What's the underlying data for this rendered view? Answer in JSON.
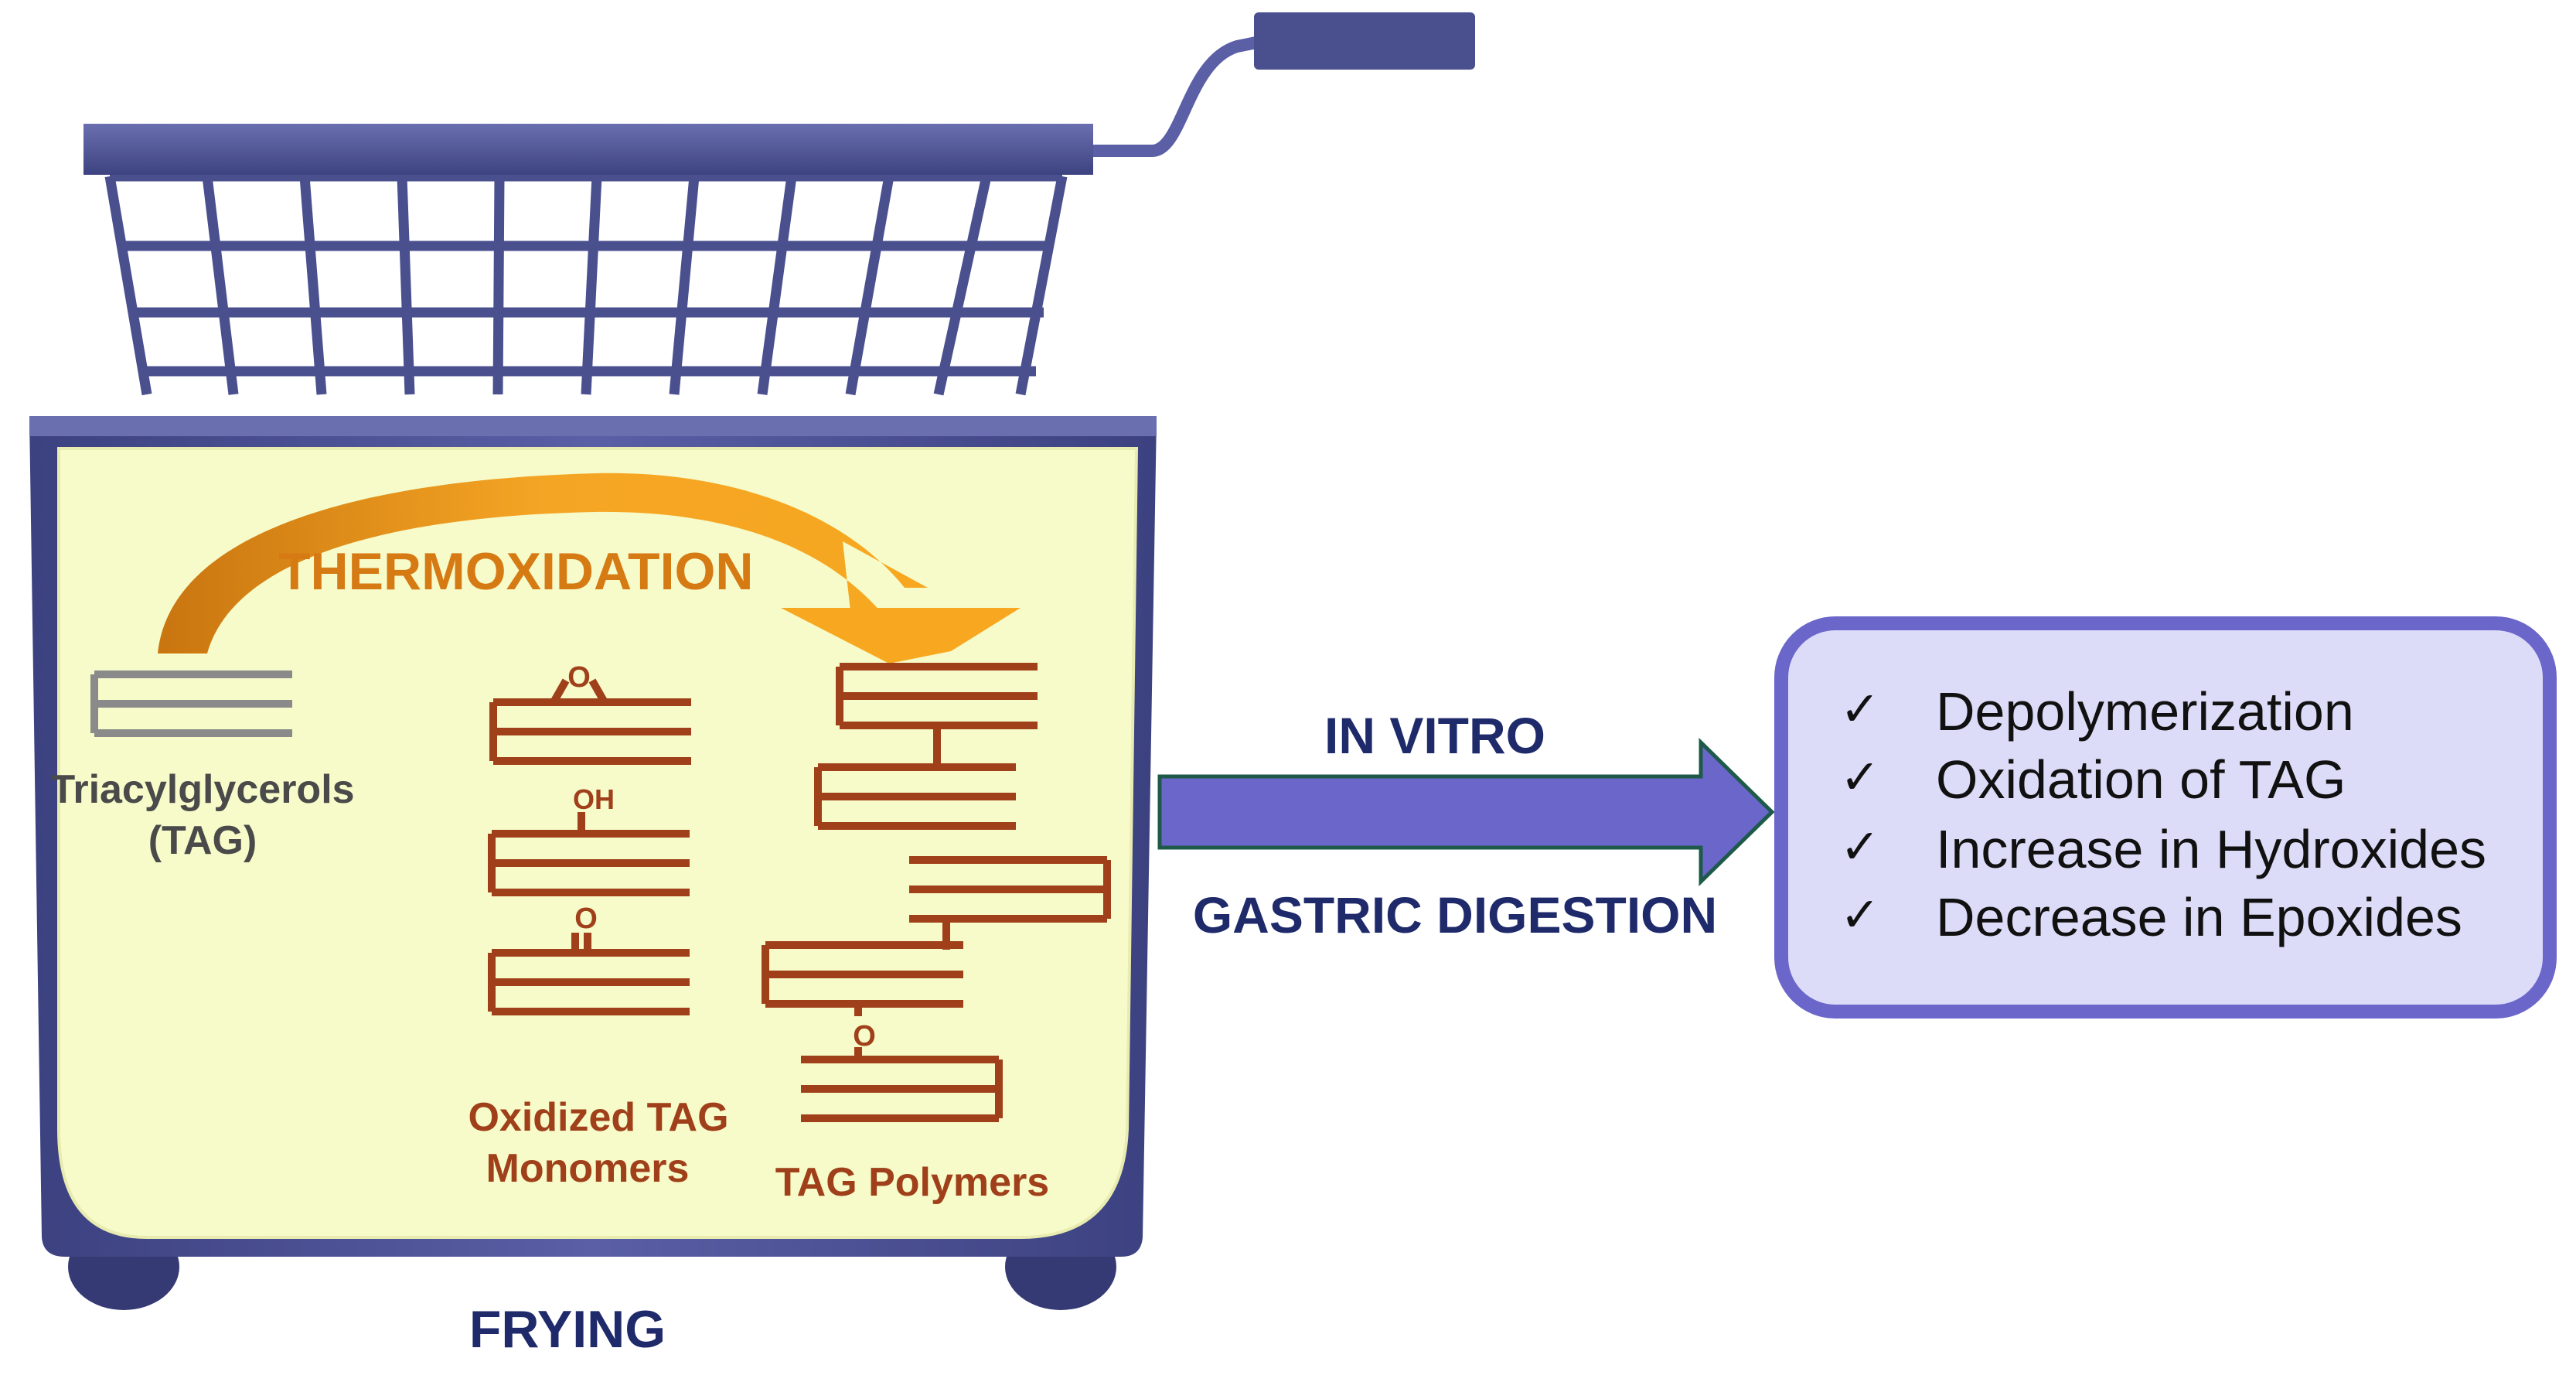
{
  "labels": {
    "thermoxidation": "THERMOXIDATION",
    "tag_line1": "Triacylglycerols",
    "tag_line2": "(TAG)",
    "oxidized_line1": "Oxidized TAG",
    "oxidized_line2": "Monomers",
    "polymers": "TAG Polymers",
    "frying": "FRYING",
    "in_vitro": "IN VITRO",
    "gastric": "GASTRIC DIGESTION"
  },
  "groups": {
    "epoxide": "O",
    "hydroxyl": "OH",
    "keto": "O",
    "ether": "O"
  },
  "results": {
    "check": "✓",
    "items": [
      "Depolymerization",
      "Oxidation of TAG",
      "Increase in Hydroxides",
      "Decrease in Epoxides"
    ]
  },
  "colors": {
    "basket": "#4a4f8e",
    "basket_light": "#6b70b3",
    "oil": "#f7fbc9",
    "molecule": "#a0401a",
    "orange": "#f0a020",
    "orange_dark": "#c07010",
    "arrow": "#6b66c9",
    "text_navy": "#1f2a6b",
    "box_fill": "#dcdcf8",
    "box_stroke": "#6b66c9"
  }
}
